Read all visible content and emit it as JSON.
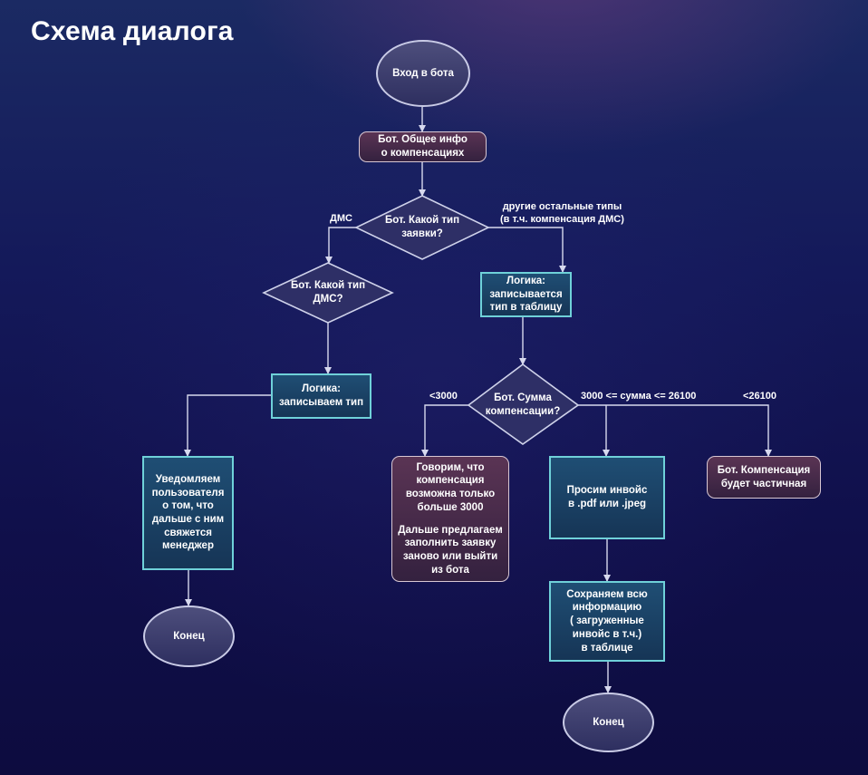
{
  "title": "Схема диалога",
  "nodes": {
    "start": "Вход в бота",
    "general_info": [
      "Бот. Общее инфо",
      "о компенсациях"
    ],
    "request_type": [
      "Бот. Какой тип",
      "заявки?"
    ],
    "dms_type": [
      "Бот. Какой тип",
      "ДМС?"
    ],
    "log_type_table": [
      "Логика:",
      "записывается",
      "тип в таблицу"
    ],
    "log_type": [
      "Логика:",
      "записываем тип"
    ],
    "amount": [
      "Бот. Сумма",
      "компенсации?"
    ],
    "notify_user": [
      "Уведомляем",
      "пользователя",
      "о том, что",
      "дальше с ним",
      "свяжется",
      "менеджер"
    ],
    "say_min": [
      "Говорим, что",
      "компенсация",
      "возможна только",
      "больше 3000"
    ],
    "offer_refill": [
      "Дальше предлагаем",
      "заполнить заявку",
      "заново или выйти",
      "из бота"
    ],
    "ask_invoice": [
      "Просим инвойс",
      "в .pdf или .jpeg"
    ],
    "partial": [
      "Бот. Компенсация",
      "будет частичная"
    ],
    "save_info": [
      "Сохраняем всю",
      "информацию",
      "( загруженные",
      "инвойс в т.ч.)",
      "в таблице"
    ],
    "end_left": "Конец",
    "end_right": "Конец"
  },
  "edges": {
    "dms": "ДМС",
    "other": [
      "другие остальные типы",
      "(в т.ч. компенсация ДМС)"
    ],
    "lt3000": "<3000",
    "range": "3000 <= сумма <= 26100",
    "gt26100": "<26100"
  }
}
